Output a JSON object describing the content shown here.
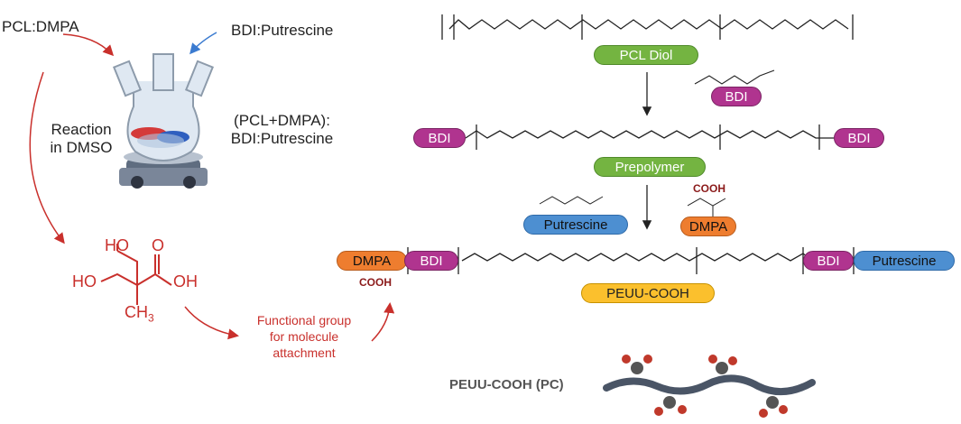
{
  "left": {
    "pcl_dmpa": "PCL:DMPA",
    "bdi_putrescine": "BDI:Putrescine",
    "reaction_line1": "Reaction",
    "reaction_line2": "in DMSO",
    "ratio_line1": "(PCL+DMPA):",
    "ratio_line2": "BDI:Putrescine",
    "functional_line1": "Functional group",
    "functional_line2": "for molecule",
    "functional_line3": "attachment",
    "molecule": {
      "ho_top": "HO",
      "o_top": "O",
      "ho_left": "HO",
      "oh_right": "OH",
      "ch3": "CH",
      "ch3_sub": "3"
    }
  },
  "right": {
    "pcl_diol": "PCL Diol",
    "bdi_reagent": "BDI",
    "prepolymer": "Prepolymer",
    "bdi_left": "BDI",
    "bdi_right": "BDI",
    "putrescine": "Putrescine",
    "dmpa": "DMPA",
    "dmpa_cooh": "COOH",
    "final_dmpa": "DMPA",
    "final_bdi_left": "BDI",
    "final_bdi_right": "BDI",
    "final_putrescine": "Putrescine",
    "final_cooh": "COOH",
    "peuu_cooh": "PEUU-COOH",
    "peuu_pc": "PEUU-COOH (PC)"
  },
  "colors": {
    "purple": "#b0348f",
    "green": "#74b441",
    "blue": "#4d8fd1",
    "orange": "#ee7d2f",
    "yellow": "#fbc02d",
    "red": "#c9302c"
  }
}
